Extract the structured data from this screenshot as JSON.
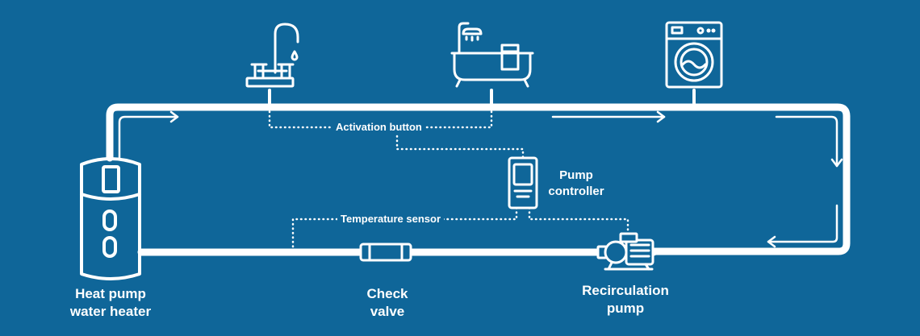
{
  "labels": {
    "heater": [
      "Heat pump",
      "water heater"
    ],
    "check_valve": [
      "Check",
      "valve"
    ],
    "pump": [
      "Recirculation",
      "pump"
    ],
    "controller": [
      "Pump",
      "controller"
    ],
    "activation": "Activation button",
    "temperature": "Temperature sensor"
  },
  "colors": {
    "background": "#0f6699",
    "line": "#ffffff"
  },
  "icons": [
    "faucet-icon",
    "bathtub-icon",
    "washing-machine-icon",
    "water-heater-icon",
    "check-valve-icon",
    "pump-icon",
    "controller-icon"
  ]
}
